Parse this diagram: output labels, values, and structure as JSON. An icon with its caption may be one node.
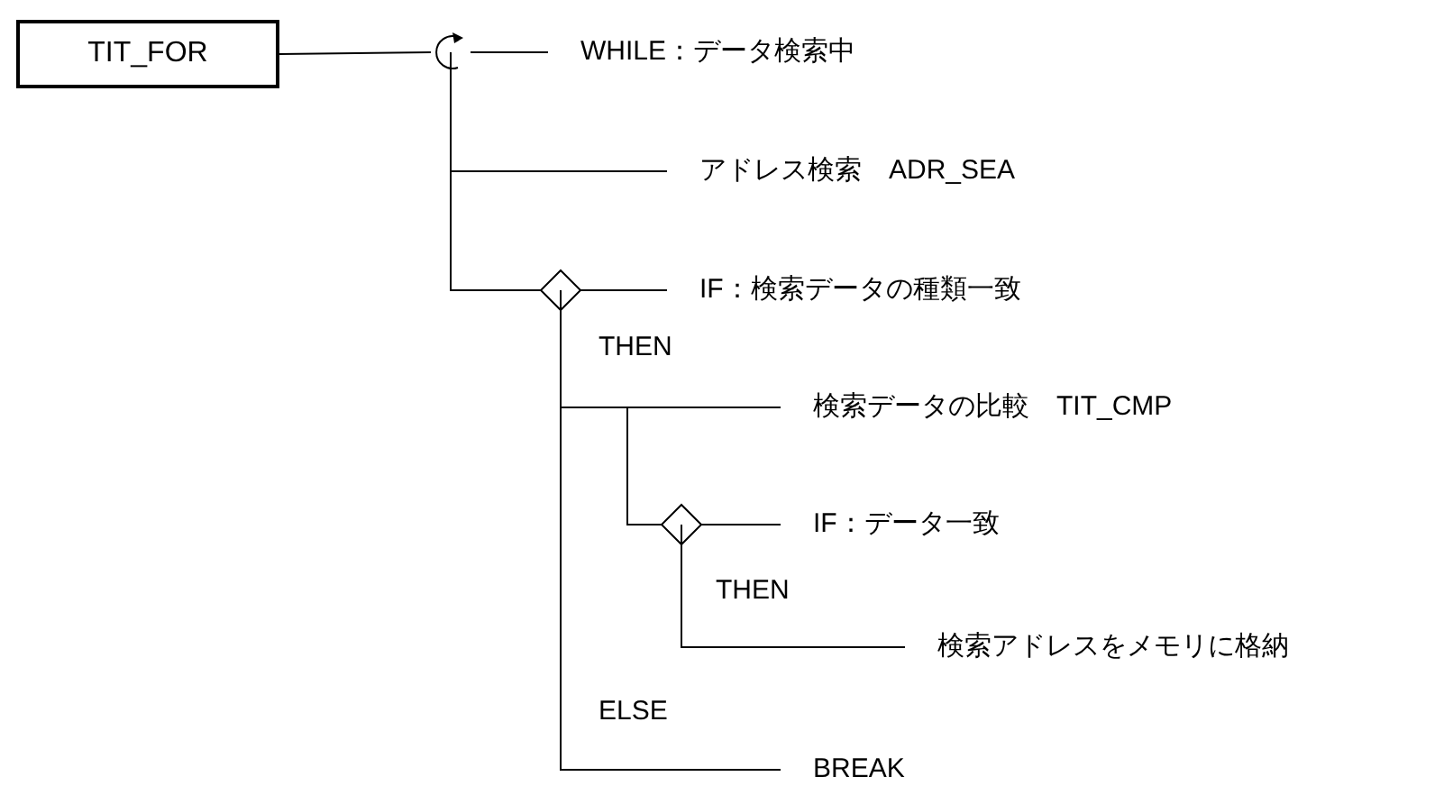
{
  "diagram": {
    "nodes": [
      {
        "text": [
          "TIT_FOR"
        ]
      },
      {
        "text": [],
        "shape": "circle"
      },
      {
        "text": [
          "WHILE：データ検索中"
        ]
      },
      {
        "text": [
          "アドレス検索　ADR_SEA"
        ]
      },
      {
        "text": [],
        "shape": "diamond"
      },
      {
        "text": [
          "IF：検索データの種類一致"
        ]
      },
      {
        "text": [
          "検索データの比較　TIT_CMP"
        ]
      },
      {
        "text": [],
        "shape": "diamond"
      },
      {
        "text": [
          "IF：データ一致"
        ]
      },
      {
        "text": [
          "検索アドレスをメモリに格納"
        ]
      },
      {
        "text": [
          "BREAK"
        ]
      }
    ],
    "edges": [
      {
        "from": 0,
        "to": 1,
        "arrow": "none"
      },
      {
        "from": 1,
        "to": 2,
        "arrow": "none"
      },
      {
        "from": 1,
        "to": 3,
        "arrow": "none"
      },
      {
        "from": 1,
        "to": 4,
        "arrow": "none"
      },
      {
        "from": 4,
        "to": 5,
        "arrow": "none"
      },
      {
        "from": 4,
        "to": 6,
        "arrow": "none"
      },
      {
        "from": 4,
        "to": 7,
        "arrow": "none"
      },
      {
        "from": 7,
        "to": 8,
        "arrow": "none"
      },
      {
        "from": 7,
        "to": 9,
        "arrow": "none"
      },
      {
        "from": 4,
        "to": 10,
        "arrow": "none"
      }
    ],
    "labels": [
      "THEN",
      "THEN",
      "ELSE"
    ]
  }
}
